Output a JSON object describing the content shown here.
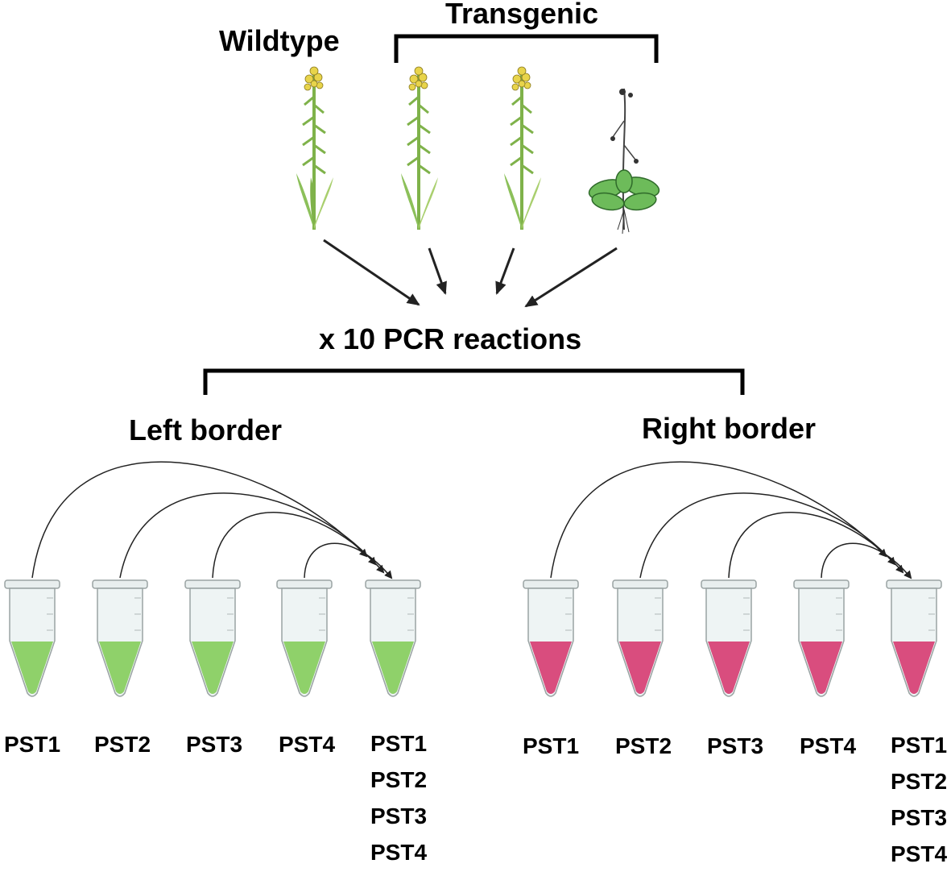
{
  "labels": {
    "wildtype": "Wildtype",
    "transgenic": "Transgenic",
    "pcr": "x 10 PCR reactions",
    "left_border": "Left border",
    "right_border": "Right border"
  },
  "left_tubes": [
    "PST1",
    "PST2",
    "PST3",
    "PST4"
  ],
  "left_pool": [
    "PST1",
    "PST2",
    "PST3",
    "PST4"
  ],
  "right_tubes": [
    "PST1",
    "PST2",
    "PST3",
    "PST4"
  ],
  "right_pool": [
    "PST1",
    "PST2",
    "PST3",
    "PST4"
  ],
  "colors": {
    "left_liquid": "#8fd16a",
    "right_liquid": "#d94d7e",
    "plant_green": "#7fb24a",
    "flower_yellow": "#e8d44a",
    "rosette_green": "#6dbb5a"
  }
}
